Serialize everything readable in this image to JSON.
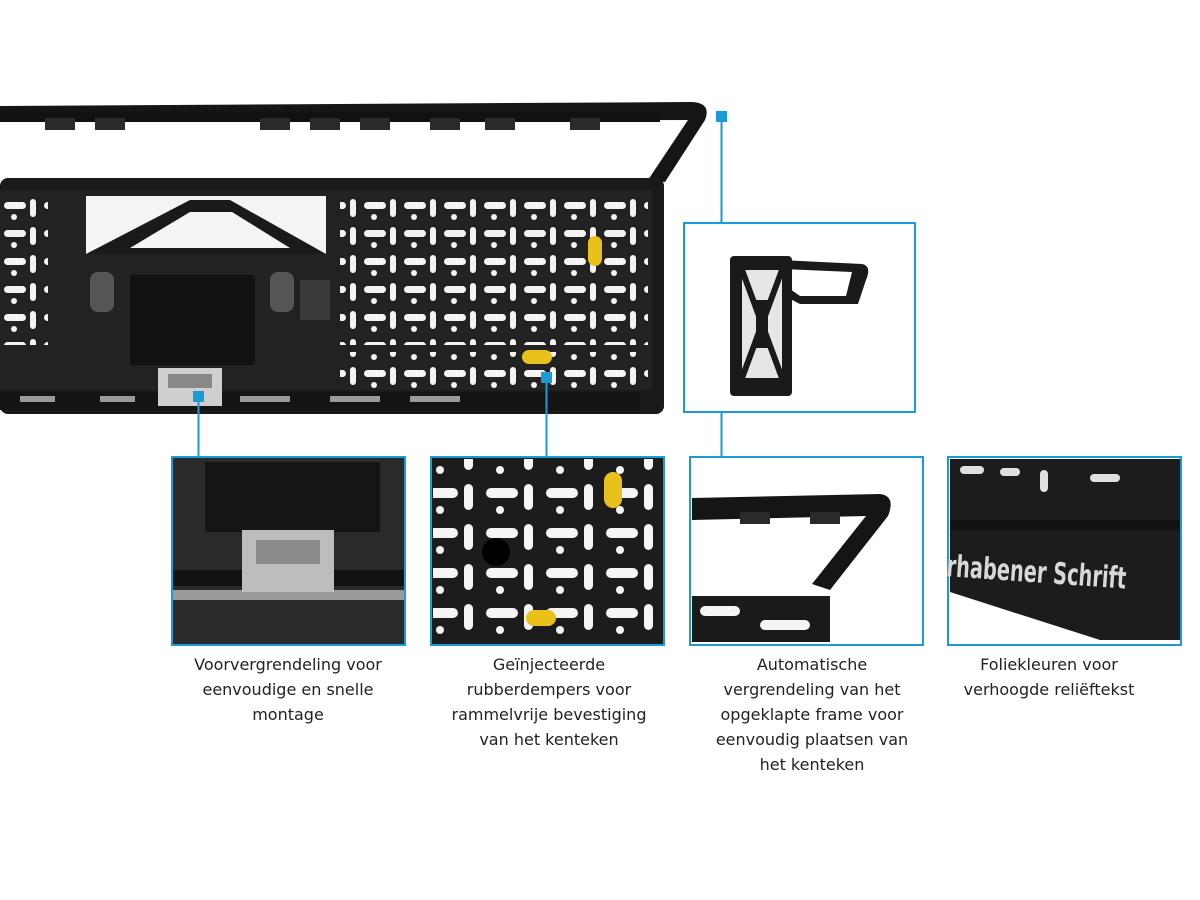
{
  "accent_color": "#1a9ad6",
  "frame_color": "#1a1a1a",
  "clip_color": "#e8c21a",
  "callouts": [
    {
      "id": "pre-lock",
      "icon": "pre-lock-clip-icon",
      "caption": "Voorvergrendeling voor\neenvoudige en snelle\nmontage"
    },
    {
      "id": "rubber-dampers",
      "icon": "rubber-damper-icon",
      "caption": "Geïnjecteerde\nrubberdempers voor\nrammelvrije bevestiging\nvan het kenteken"
    },
    {
      "id": "auto-lock",
      "icon": "hinged-frame-icon",
      "caption": "Automatische\nvergrendeling van het\nopgeklapte frame voor\neenvoudig plaatsen van\nhet kenteken"
    },
    {
      "id": "foil-colours",
      "icon": "embossed-text-icon",
      "caption": "Foliekleuren voor\nverhoogde reliëftekst",
      "embossed_text": "rhabener Schrift"
    }
  ]
}
